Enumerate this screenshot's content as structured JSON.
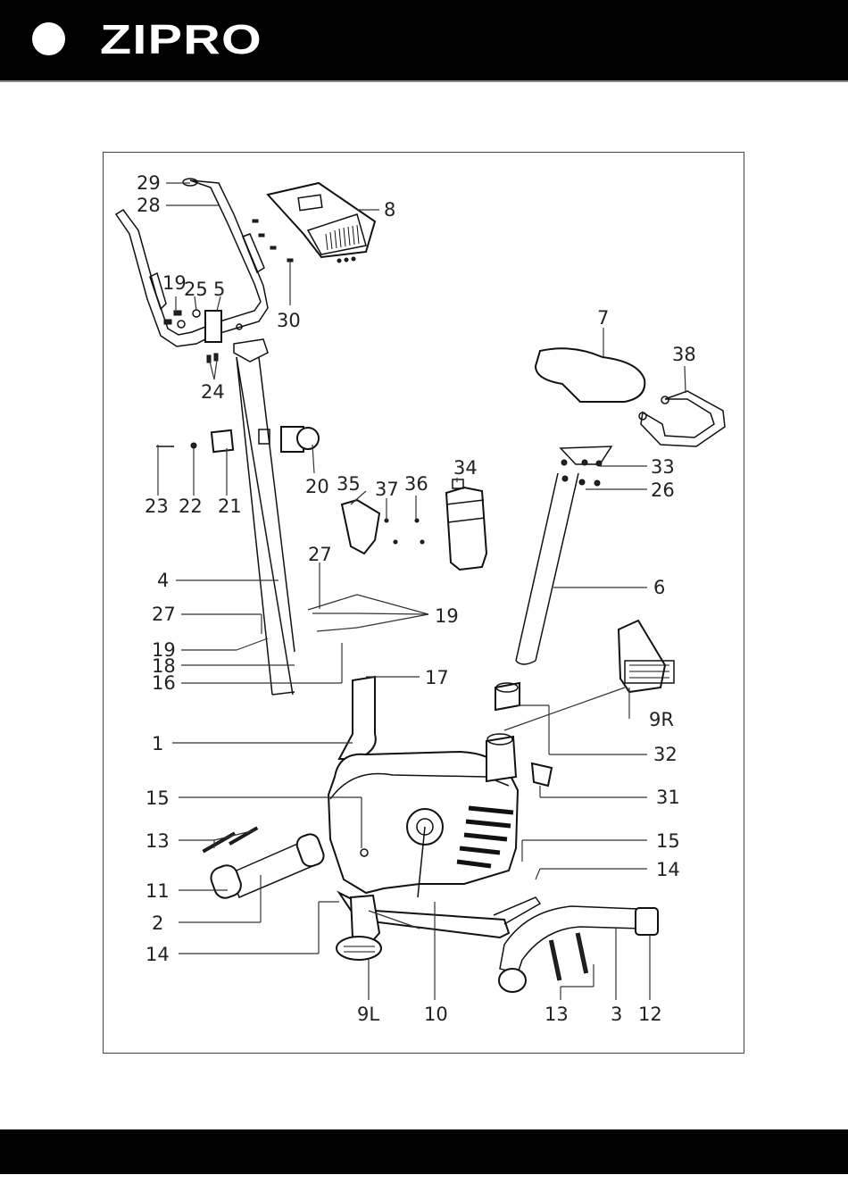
{
  "header": {
    "brand": "ZIPRO"
  },
  "diagram": {
    "type": "exploded-view parts diagram",
    "parts": [
      {
        "id": "29",
        "label": "29"
      },
      {
        "id": "28",
        "label": "28"
      },
      {
        "id": "8",
        "label": "8"
      },
      {
        "id": "19a",
        "label": "19"
      },
      {
        "id": "25",
        "label": "25"
      },
      {
        "id": "5",
        "label": "5"
      },
      {
        "id": "30",
        "label": "30"
      },
      {
        "id": "24",
        "label": "24"
      },
      {
        "id": "7",
        "label": "7"
      },
      {
        "id": "38",
        "label": "38"
      },
      {
        "id": "33",
        "label": "33"
      },
      {
        "id": "26",
        "label": "26"
      },
      {
        "id": "23",
        "label": "23"
      },
      {
        "id": "22",
        "label": "22"
      },
      {
        "id": "21",
        "label": "21"
      },
      {
        "id": "20",
        "label": "20"
      },
      {
        "id": "35",
        "label": "35"
      },
      {
        "id": "37",
        "label": "37"
      },
      {
        "id": "36",
        "label": "36"
      },
      {
        "id": "34",
        "label": "34"
      },
      {
        "id": "27a",
        "label": "27"
      },
      {
        "id": "4",
        "label": "4"
      },
      {
        "id": "6",
        "label": "6"
      },
      {
        "id": "27b",
        "label": "27"
      },
      {
        "id": "19b",
        "label": "19"
      },
      {
        "id": "19c",
        "label": "19"
      },
      {
        "id": "18",
        "label": "18"
      },
      {
        "id": "16",
        "label": "16"
      },
      {
        "id": "17",
        "label": "17"
      },
      {
        "id": "9R",
        "label": "9R"
      },
      {
        "id": "1",
        "label": "1"
      },
      {
        "id": "32",
        "label": "32"
      },
      {
        "id": "31",
        "label": "31"
      },
      {
        "id": "15a",
        "label": "15"
      },
      {
        "id": "13a",
        "label": "13"
      },
      {
        "id": "15b",
        "label": "15"
      },
      {
        "id": "14a",
        "label": "14"
      },
      {
        "id": "11",
        "label": "11"
      },
      {
        "id": "2",
        "label": "2"
      },
      {
        "id": "14b",
        "label": "14"
      },
      {
        "id": "9L",
        "label": "9L"
      },
      {
        "id": "10",
        "label": "10"
      },
      {
        "id": "13b",
        "label": "13"
      },
      {
        "id": "3",
        "label": "3"
      },
      {
        "id": "12",
        "label": "12"
      }
    ]
  }
}
